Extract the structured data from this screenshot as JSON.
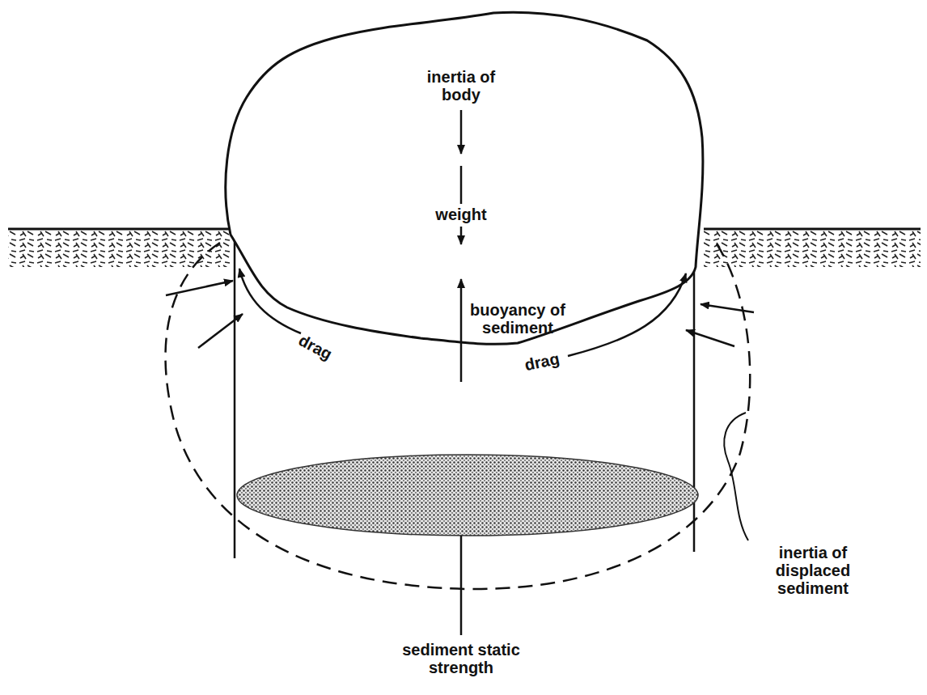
{
  "diagram": {
    "labels": [
      "inertia of body",
      "weight",
      "buoyancy of sediment",
      "drag",
      "drag",
      "inertia of displaced sediment",
      "sediment static strength"
    ]
  }
}
